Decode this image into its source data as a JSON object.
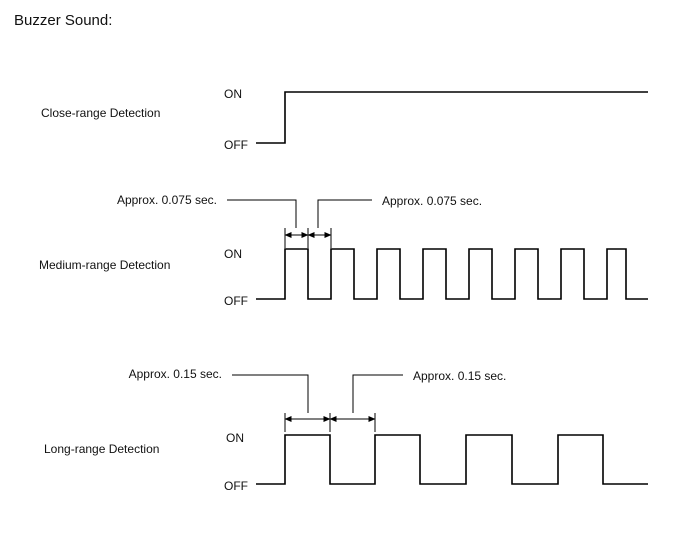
{
  "title": "Buzzer Sound:",
  "close": {
    "label": "Close-range Detection",
    "on": "ON",
    "off": "OFF"
  },
  "medium": {
    "label": "Medium-range Detection",
    "on": "ON",
    "off": "OFF",
    "ann_left": "Approx. 0.075 sec.",
    "ann_right": "Approx. 0.075 sec."
  },
  "long": {
    "label": "Long-range Detection",
    "on": "ON",
    "off": "OFF",
    "ann_left": "Approx. 0.15 sec.",
    "ann_right": "Approx. 0.15 sec."
  }
}
